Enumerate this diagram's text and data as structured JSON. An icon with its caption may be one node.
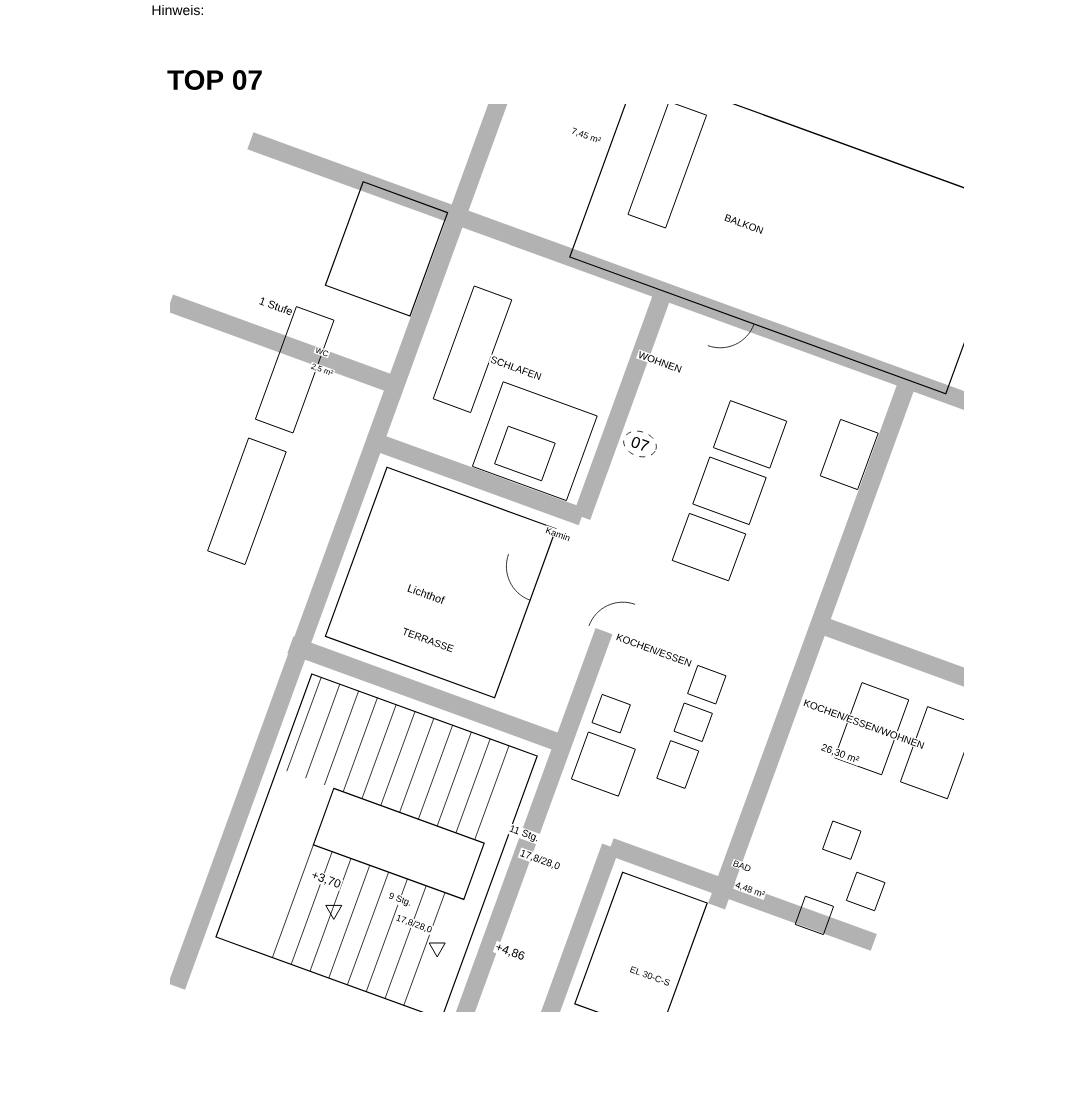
{
  "diagram": {
    "title": "TOP 07",
    "nodes": [
      {
        "text": [
          "07"
        ]
      }
    ],
    "labels": [
      "Hinweis:",
      "7,45 m²",
      "BALKON",
      "1 Stufe",
      "WC",
      "2,5 m²",
      "SCHLAFEN",
      "WOHNEN",
      "Kamin",
      "Lichthof",
      "TERRASSE",
      "KOCHEN/ESSEN",
      "KOCHEN/ESSEN/WOHNEN",
      "26,30 m²",
      "11 Stg.",
      "17,8/28,0",
      "BAD",
      "4,48 m²",
      "+3,70",
      "9 Stg.",
      "17,8/28,0",
      "+4,86",
      "EL 30-C-S"
    ]
  }
}
